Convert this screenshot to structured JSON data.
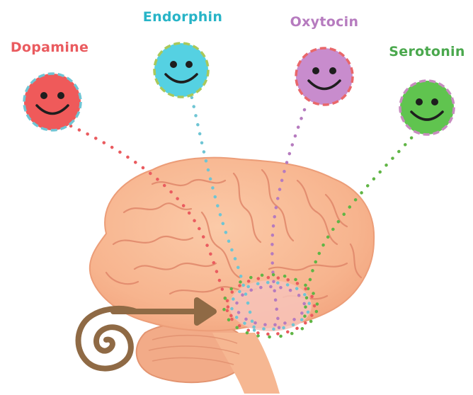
{
  "hormones": [
    {
      "key": "dopamine",
      "label": "Dopamine",
      "color": "#ea5b5f",
      "face_color": "#ef5a5a",
      "border_color": "#6fc5d4"
    },
    {
      "key": "endorphin",
      "label": "Endorphin",
      "color": "#27b4c7",
      "face_color": "#55d1e2",
      "border_color": "#a9c85a"
    },
    {
      "key": "oxytocin",
      "label": "Oxytocin",
      "color": "#b67bbf",
      "face_color": "#c88ccd",
      "border_color": "#e9676a"
    },
    {
      "key": "serotonin",
      "label": "Serotonin",
      "color": "#4aa84d",
      "face_color": "#60c44f",
      "border_color": "#c78bbf"
    }
  ],
  "colors": {
    "brain": "#f7b48e",
    "brain_groove": "#e58f68",
    "spiral_arrow": "#8f6a45",
    "limbic_zone": "#f7c3ba"
  },
  "icons": [
    "smiley-face-icon",
    "brain-illustration",
    "spiral-arrow-icon"
  ]
}
